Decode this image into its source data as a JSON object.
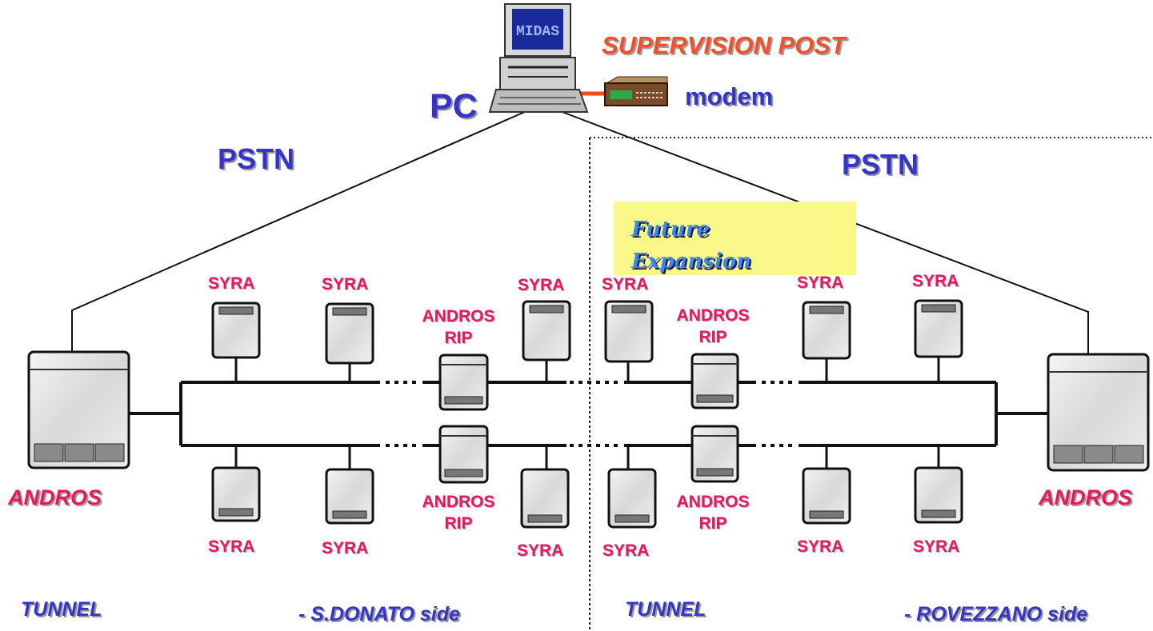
{
  "header": {
    "title": "SUPERVISION POST",
    "pc_label": "PC",
    "modem_label": "modem"
  },
  "pc_screen_text": "MIDAS",
  "network": {
    "pstn_left": "PSTN",
    "pstn_right": "PSTN",
    "future_expansion": [
      "Future",
      "Expansion"
    ]
  },
  "nodes": {
    "syra": "SYRA",
    "andros_rip": [
      "ANDROS",
      "RIP"
    ],
    "andros": "ANDROS"
  },
  "footer": {
    "tunnel_left": "TUNNEL",
    "side_left": "- S.DONATO side",
    "tunnel_right": "TUNNEL",
    "side_right": "- ROVEZZANO side"
  },
  "colors": {
    "title_red": "#f2502a",
    "label_blue": "#3434c8",
    "node_magenta": "#e8175e",
    "future_fill": "#fbf88a"
  },
  "icons": [
    "pc-computer-icon",
    "modem-icon",
    "andros-terminal-icon",
    "syra-unit-icon",
    "andros-rip-unit-icon"
  ]
}
